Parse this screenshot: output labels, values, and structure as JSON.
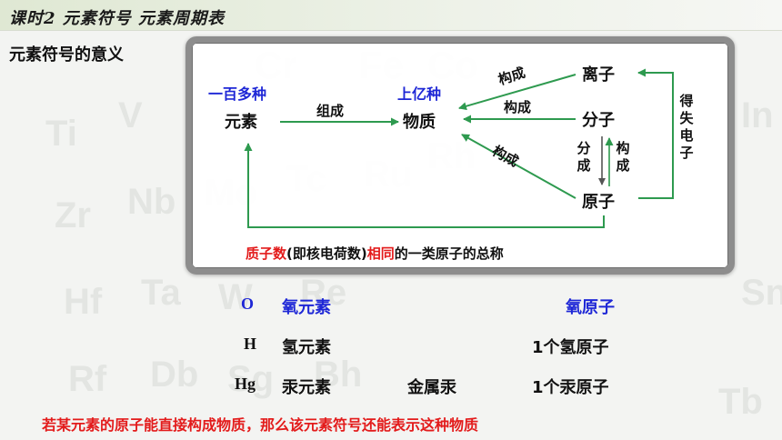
{
  "header": {
    "lesson_title": "课时2  元素符号  元素周期表"
  },
  "section": {
    "title": "元素符号的意义"
  },
  "background_tiles": [
    "Ti",
    "V",
    "Cr",
    "Fe",
    "Co",
    "Zr",
    "Nb",
    "Mo",
    "Tc",
    "Ru",
    "Rh",
    "Hf",
    "Ta",
    "W",
    "Re",
    "Rf",
    "Db",
    "Sg",
    "Bh",
    "Tb",
    "In",
    "Sn"
  ],
  "diagram": {
    "element_annotation": "一百多种",
    "element": "元素",
    "matter_annotation": "上亿种",
    "matter": "物质",
    "ion": "离子",
    "molecule": "分子",
    "atom": "原子",
    "edge_compose": "组成",
    "edge_ion_matter": "构成",
    "edge_molecule_matter": "构成",
    "edge_atom_matter": "构成",
    "edge_split": "分成",
    "edge_build": "构成",
    "edge_gain_lose": "得失电子",
    "definition": {
      "part1": "质子数",
      "part2": "(即核电荷数)",
      "part3": "相同",
      "part4": "的一类原子的总称"
    }
  },
  "examples": [
    {
      "symbol": "O",
      "element": "氧元素",
      "middle": "",
      "atom": "氧原子"
    },
    {
      "symbol": "H",
      "element": "氢元素",
      "middle": "",
      "atom": "1个氢原子"
    },
    {
      "symbol": "Hg",
      "element": "汞元素",
      "middle": "金属汞",
      "atom": "1个汞原子"
    }
  ],
  "note": "若某元素的原子能直接构成物质，那么该元素符号还能表示这种物质",
  "colors": {
    "accent_blue": "#1e27d6",
    "accent_red": "#e31b1b",
    "arrow_green": "#2e9a4f",
    "board_frame": "#8d8d8d"
  }
}
